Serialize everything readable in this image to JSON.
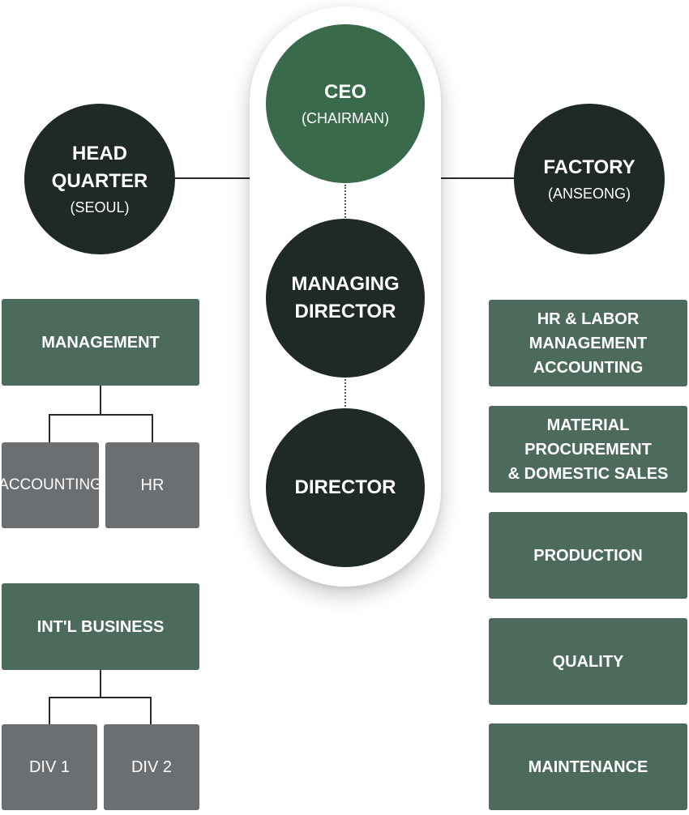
{
  "center": {
    "ceo_title": "CEO",
    "ceo_sub": "(CHAIRMAN)",
    "managing_director": "MANAGING\nDIRECTOR",
    "director": "DIRECTOR"
  },
  "headquarter": {
    "title": "HEAD\nQUARTER",
    "sub": "(SEOUL)",
    "management": "MANAGEMENT",
    "management_subs": [
      "ACCOUNTING",
      "HR"
    ],
    "intl_business": "INT'L BUSINESS",
    "intl_subs": [
      "DIV 1",
      "DIV 2"
    ]
  },
  "factory": {
    "title": "FACTORY",
    "sub": "(ANSEONG)",
    "departments": [
      "HR & LABOR\nMANAGEMENT\nACCOUNTING",
      "MATERIAL\nPROCUREMENT\n& DOMESTIC SALES",
      "PRODUCTION",
      "QUALITY",
      "MAINTENANCE"
    ]
  },
  "colors": {
    "dark_circle": "#1f2a27",
    "ceo_green": "#3a6a4c",
    "dept_green": "#4d6b5c",
    "sub_gray": "#6b6f72"
  }
}
